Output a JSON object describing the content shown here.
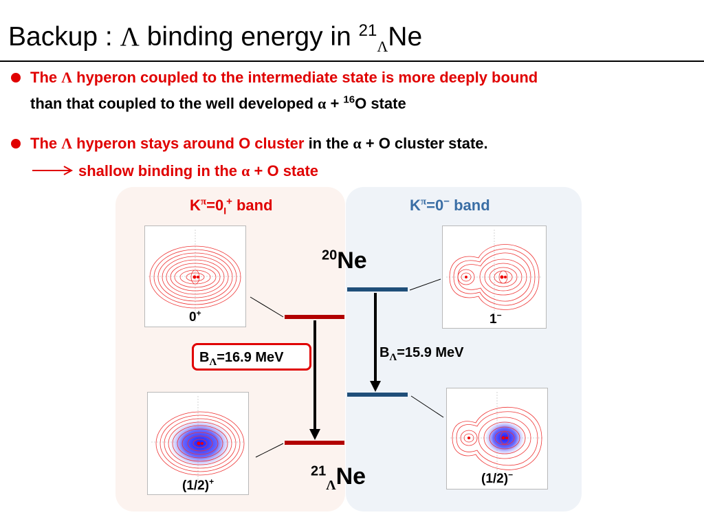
{
  "slide": {
    "title": {
      "prefix": "Backup",
      "colon": " : ",
      "lambda": "Λ",
      "text": " binding energy in ",
      "mass": "21",
      "sub": "Λ",
      "element": "Ne"
    },
    "bullets": [
      {
        "line1": {
          "a": "The ",
          "lambda": "Λ",
          "b": " hyperon coupled to the intermediate state is more deeply bound"
        },
        "line2": {
          "a": "than that coupled to the well developed ",
          "alpha": "α",
          "plus": " + ",
          "mass": "16",
          "b": "O state"
        }
      },
      {
        "line1": {
          "a_red": "The ",
          "lambda": "Λ",
          "b_red": " hyperon stays around O cluster",
          "c": " in the ",
          "alpha": "α",
          "d": " + O cluster state."
        },
        "line2": {
          "a": "shallow  binding in the ",
          "alpha": "α",
          "b": " + O state"
        }
      }
    ],
    "colors": {
      "accent_red": "#e00000",
      "level_red": "#b20000",
      "level_blue": "#1f4e79",
      "band_blue_text": "#3a6ea5",
      "panel_left": "#fcf3ef",
      "panel_right": "#eff3f8"
    }
  },
  "diagram": {
    "left_band": {
      "k": "K",
      "pi": "π",
      "eq": "=0",
      "sub": "I",
      "sup": "+",
      "suffix": " band"
    },
    "right_band": {
      "k": "K",
      "pi": "π",
      "eq": "=0",
      "sup": "−",
      "suffix": "  band"
    },
    "ne20": {
      "mass": "20",
      "element": "Ne"
    },
    "ne21": {
      "mass": "21",
      "sub": "Λ",
      "element": "Ne"
    },
    "left_energy": {
      "b": "B",
      "sub": "Λ",
      "value": "=16.9 MeV"
    },
    "right_energy": {
      "b": "B",
      "sub": "Λ",
      "value": "=15.9 MeV"
    },
    "plots": {
      "tl": {
        "label": "0",
        "sup": "+"
      },
      "tr": {
        "label": "1",
        "sup": "−"
      },
      "bl": {
        "label": "(1/2)",
        "sup": "+"
      },
      "br": {
        "label": "(1/2)",
        "sup": "−"
      }
    }
  }
}
